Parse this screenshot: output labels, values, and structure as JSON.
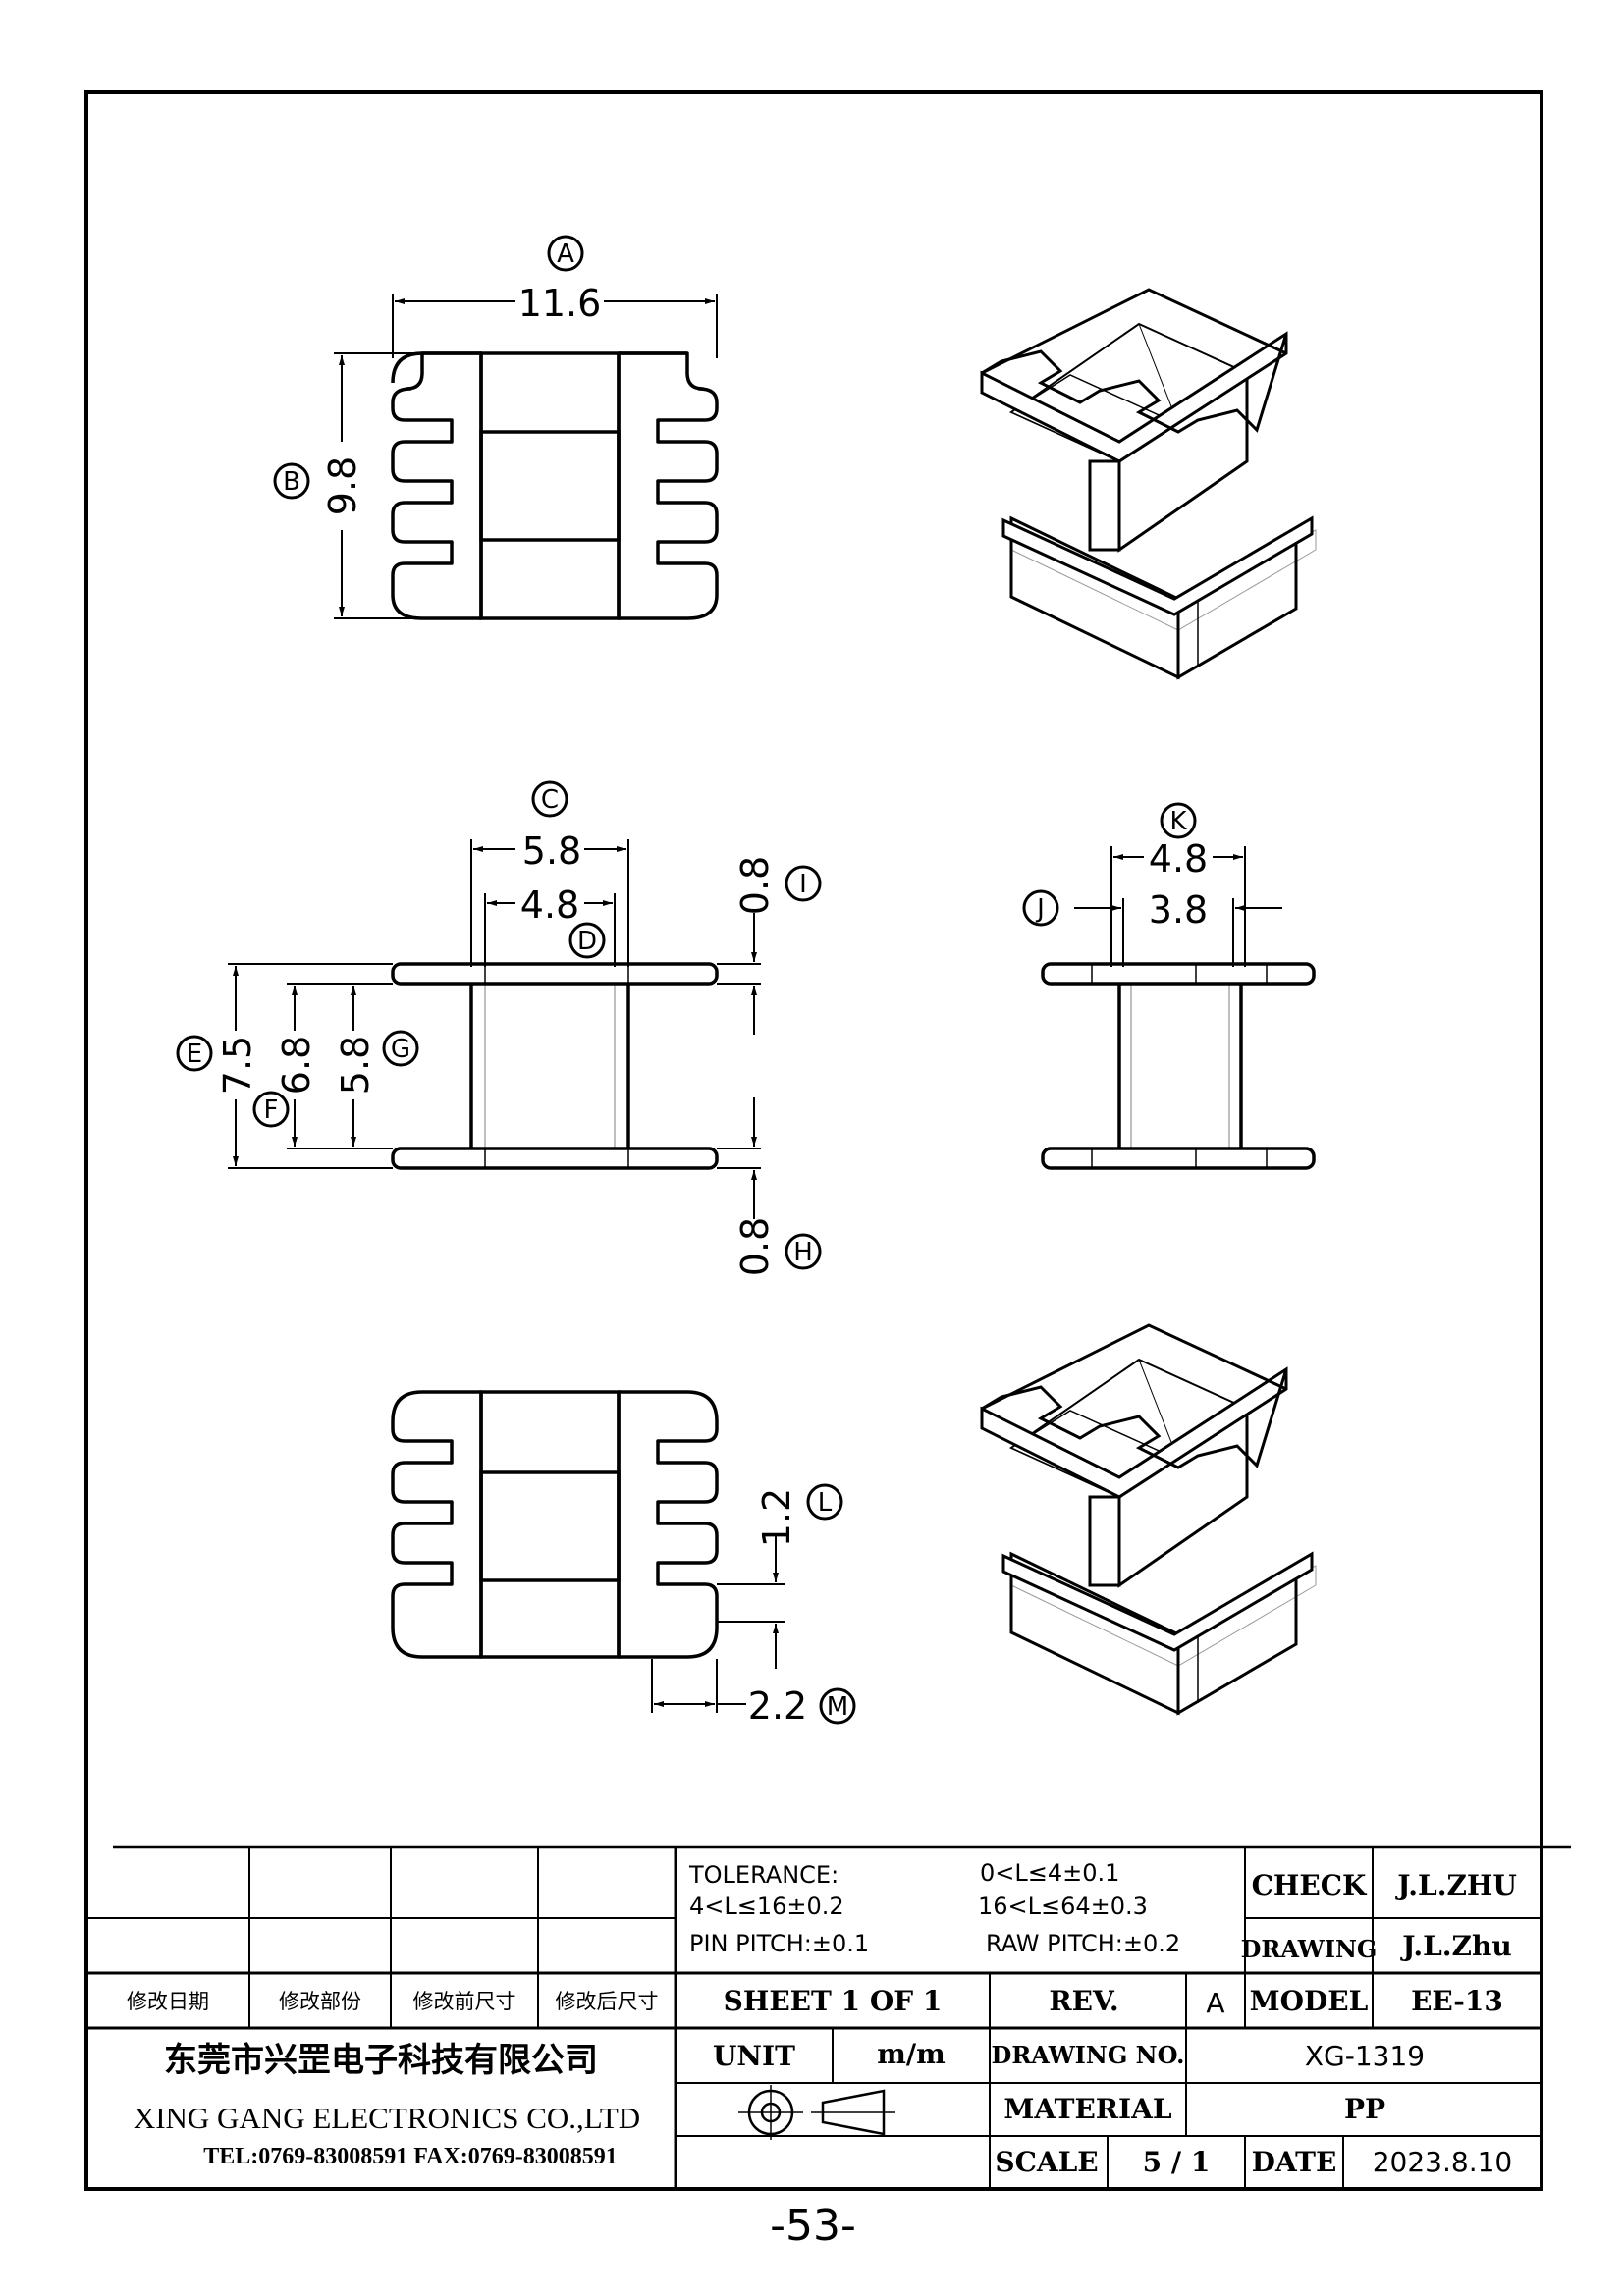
{
  "dimensions": {
    "A": {
      "label": "A",
      "value": "11.6"
    },
    "B": {
      "label": "B",
      "value": "9.8"
    },
    "C": {
      "label": "C",
      "value": "5.8"
    },
    "D": {
      "label": "D",
      "value": "4.8"
    },
    "E": {
      "label": "E",
      "value": "7.5"
    },
    "F": {
      "label": "F",
      "value": "6.8"
    },
    "G": {
      "label": "G",
      "value": "5.8"
    },
    "H": {
      "label": "H",
      "value": "0.8"
    },
    "I": {
      "label": "I",
      "value": "0.8"
    },
    "J": {
      "label": "J",
      "value": "3.8"
    },
    "K": {
      "label": "K",
      "value": "4.8"
    },
    "L": {
      "label": "L",
      "value": "1.2"
    },
    "M": {
      "label": "M",
      "value": "2.2"
    }
  },
  "title_block": {
    "tolerance_label": "TOLERANCE:",
    "tol_1": "0<L≤4±0.1",
    "tol_2": "4<L≤16±0.2",
    "tol_3": "16<L≤64±0.3",
    "pin_pitch": "PIN PITCH:±0.1",
    "raw_pitch": "RAW PITCH:±0.2",
    "check_label": "CHECK",
    "check_value": "J.L.ZHU",
    "drawing_label": "DRAWING",
    "drawing_value": "J.L.Zhu",
    "rev_date": "修改日期",
    "rev_part": "修改部份",
    "rev_before": "修改前尺寸",
    "rev_after": "修改后尺寸",
    "sheet": "SHEET 1 OF 1",
    "rev_label": "REV.",
    "rev_value": "A",
    "model_label": "MODEL",
    "model_value": "EE-13",
    "company_cn": "东莞市兴罡电子科技有限公司",
    "company_en": "XING GANG ELECTRONICS CO.,LTD",
    "tel_fax": "TEL:0769-83008591 FAX:0769-83008591",
    "unit_label": "UNIT",
    "unit_value": "m/m",
    "drawing_no_label": "DRAWING NO.",
    "drawing_no_value": "XG-1319",
    "material_label": "MATERIAL",
    "material_value": "PP",
    "scale_label": "SCALE",
    "scale_value": "5 / 1",
    "date_label": "DATE",
    "date_value": "2023.8.10"
  },
  "page_number": "-53-"
}
